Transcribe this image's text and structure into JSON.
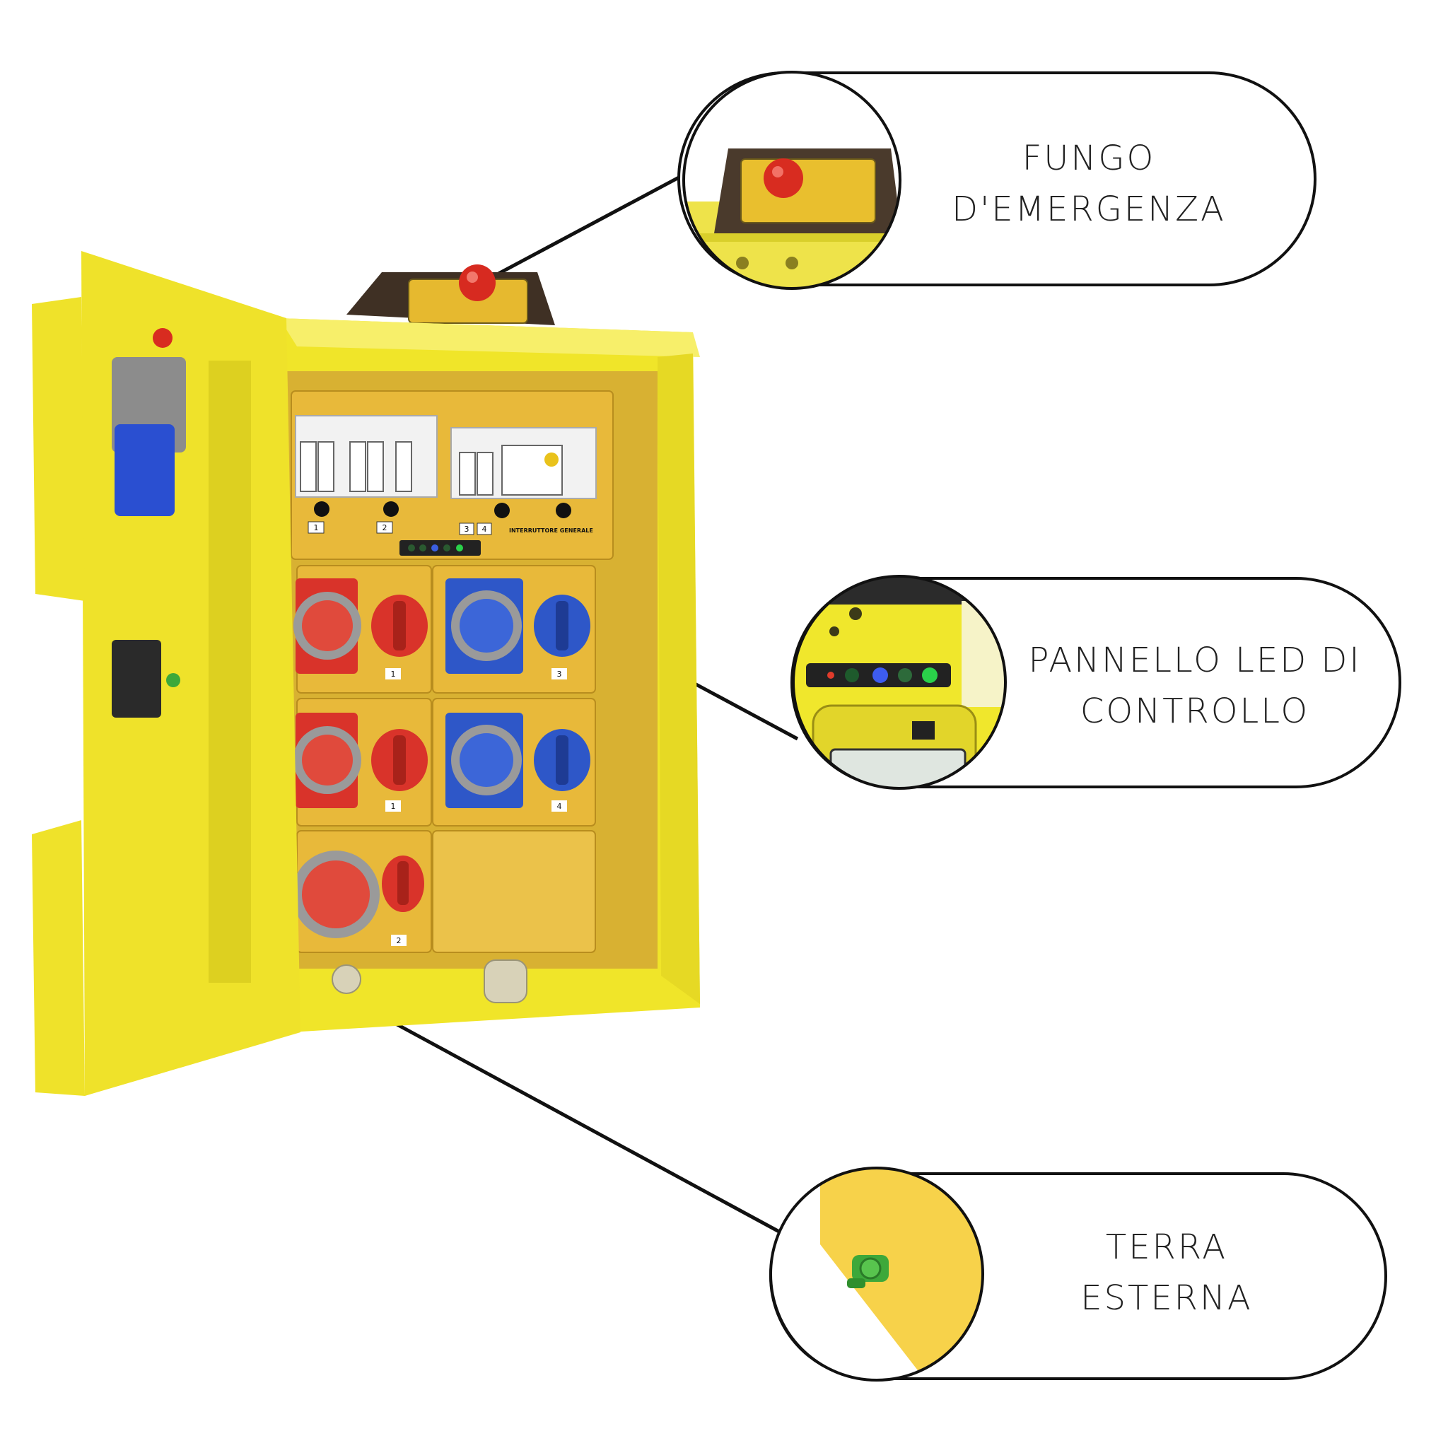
{
  "callouts": [
    {
      "id": "fungo",
      "line1": "FUNGO",
      "line2": "D'EMERGENZA"
    },
    {
      "id": "led",
      "line1": "PANNELLO LED DI",
      "line2": "CONTROLLO"
    },
    {
      "id": "terra",
      "line1": "TERRA",
      "line2": "ESTERNA"
    }
  ],
  "panel_labels": {
    "breakers_1": "1",
    "breakers_2": "2",
    "breakers_3": "3",
    "breakers_4": "4",
    "interruttore": "INTERRUTTORE GENERALE",
    "socket_1a": "1",
    "socket_3": "3",
    "socket_1b": "1",
    "socket_4": "4",
    "socket_2": "2"
  },
  "colors": {
    "enclosure_yellow": "#f2e62a",
    "panel_yellow": "#e8b93a",
    "socket_red": "#d9332a",
    "socket_blue": "#2e57c8",
    "outline": "#111111"
  }
}
